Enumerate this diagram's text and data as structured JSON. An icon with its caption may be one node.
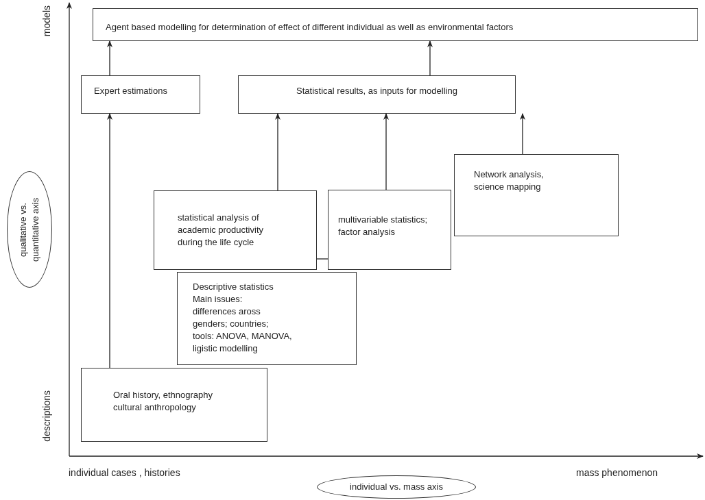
{
  "diagram": {
    "nodes": [
      {
        "text": [
          "Agent based modelling for determination  of effect of different individual as well as environmental factors"
        ]
      },
      {
        "text": [
          "Expert estimations"
        ]
      },
      {
        "text": [
          "Statistical results, as inputs for modelling"
        ]
      },
      {
        "text": [
          "Network analysis, science mapping"
        ]
      },
      {
        "text": [
          "statistical analysis of academic productivity during the life cycle"
        ]
      },
      {
        "text": [
          "multivariable statistics; factor analysis"
        ]
      },
      {
        "text": [
          "Descriptive statistics",
          "Main issues: differences aross genders; countries;",
          "tools: ANOVA, MANOVA, ligistic modelling"
        ]
      },
      {
        "text": [
          "Oral history, ethnography cultural anthropology"
        ]
      },
      {
        "text": [
          "qualitative vs. quantitative axis"
        ]
      },
      {
        "text": [
          "individual vs. mass axis"
        ]
      }
    ],
    "edges": [
      {
        "from": 7,
        "to": 1,
        "arrow": "to"
      },
      {
        "from": 1,
        "to": 0,
        "arrow": "to"
      },
      {
        "from": 2,
        "to": 0,
        "arrow": "to"
      },
      {
        "from": 4,
        "to": 2,
        "arrow": "to"
      },
      {
        "from": 5,
        "to": 2,
        "arrow": "to"
      },
      {
        "from": 3,
        "to": 2,
        "arrow": "to"
      },
      {
        "from": 4,
        "to": 5,
        "arrow": "none"
      }
    ],
    "labels": [
      "models",
      "descriptions",
      "individual cases , histories",
      "mass phenomenon"
    ]
  }
}
